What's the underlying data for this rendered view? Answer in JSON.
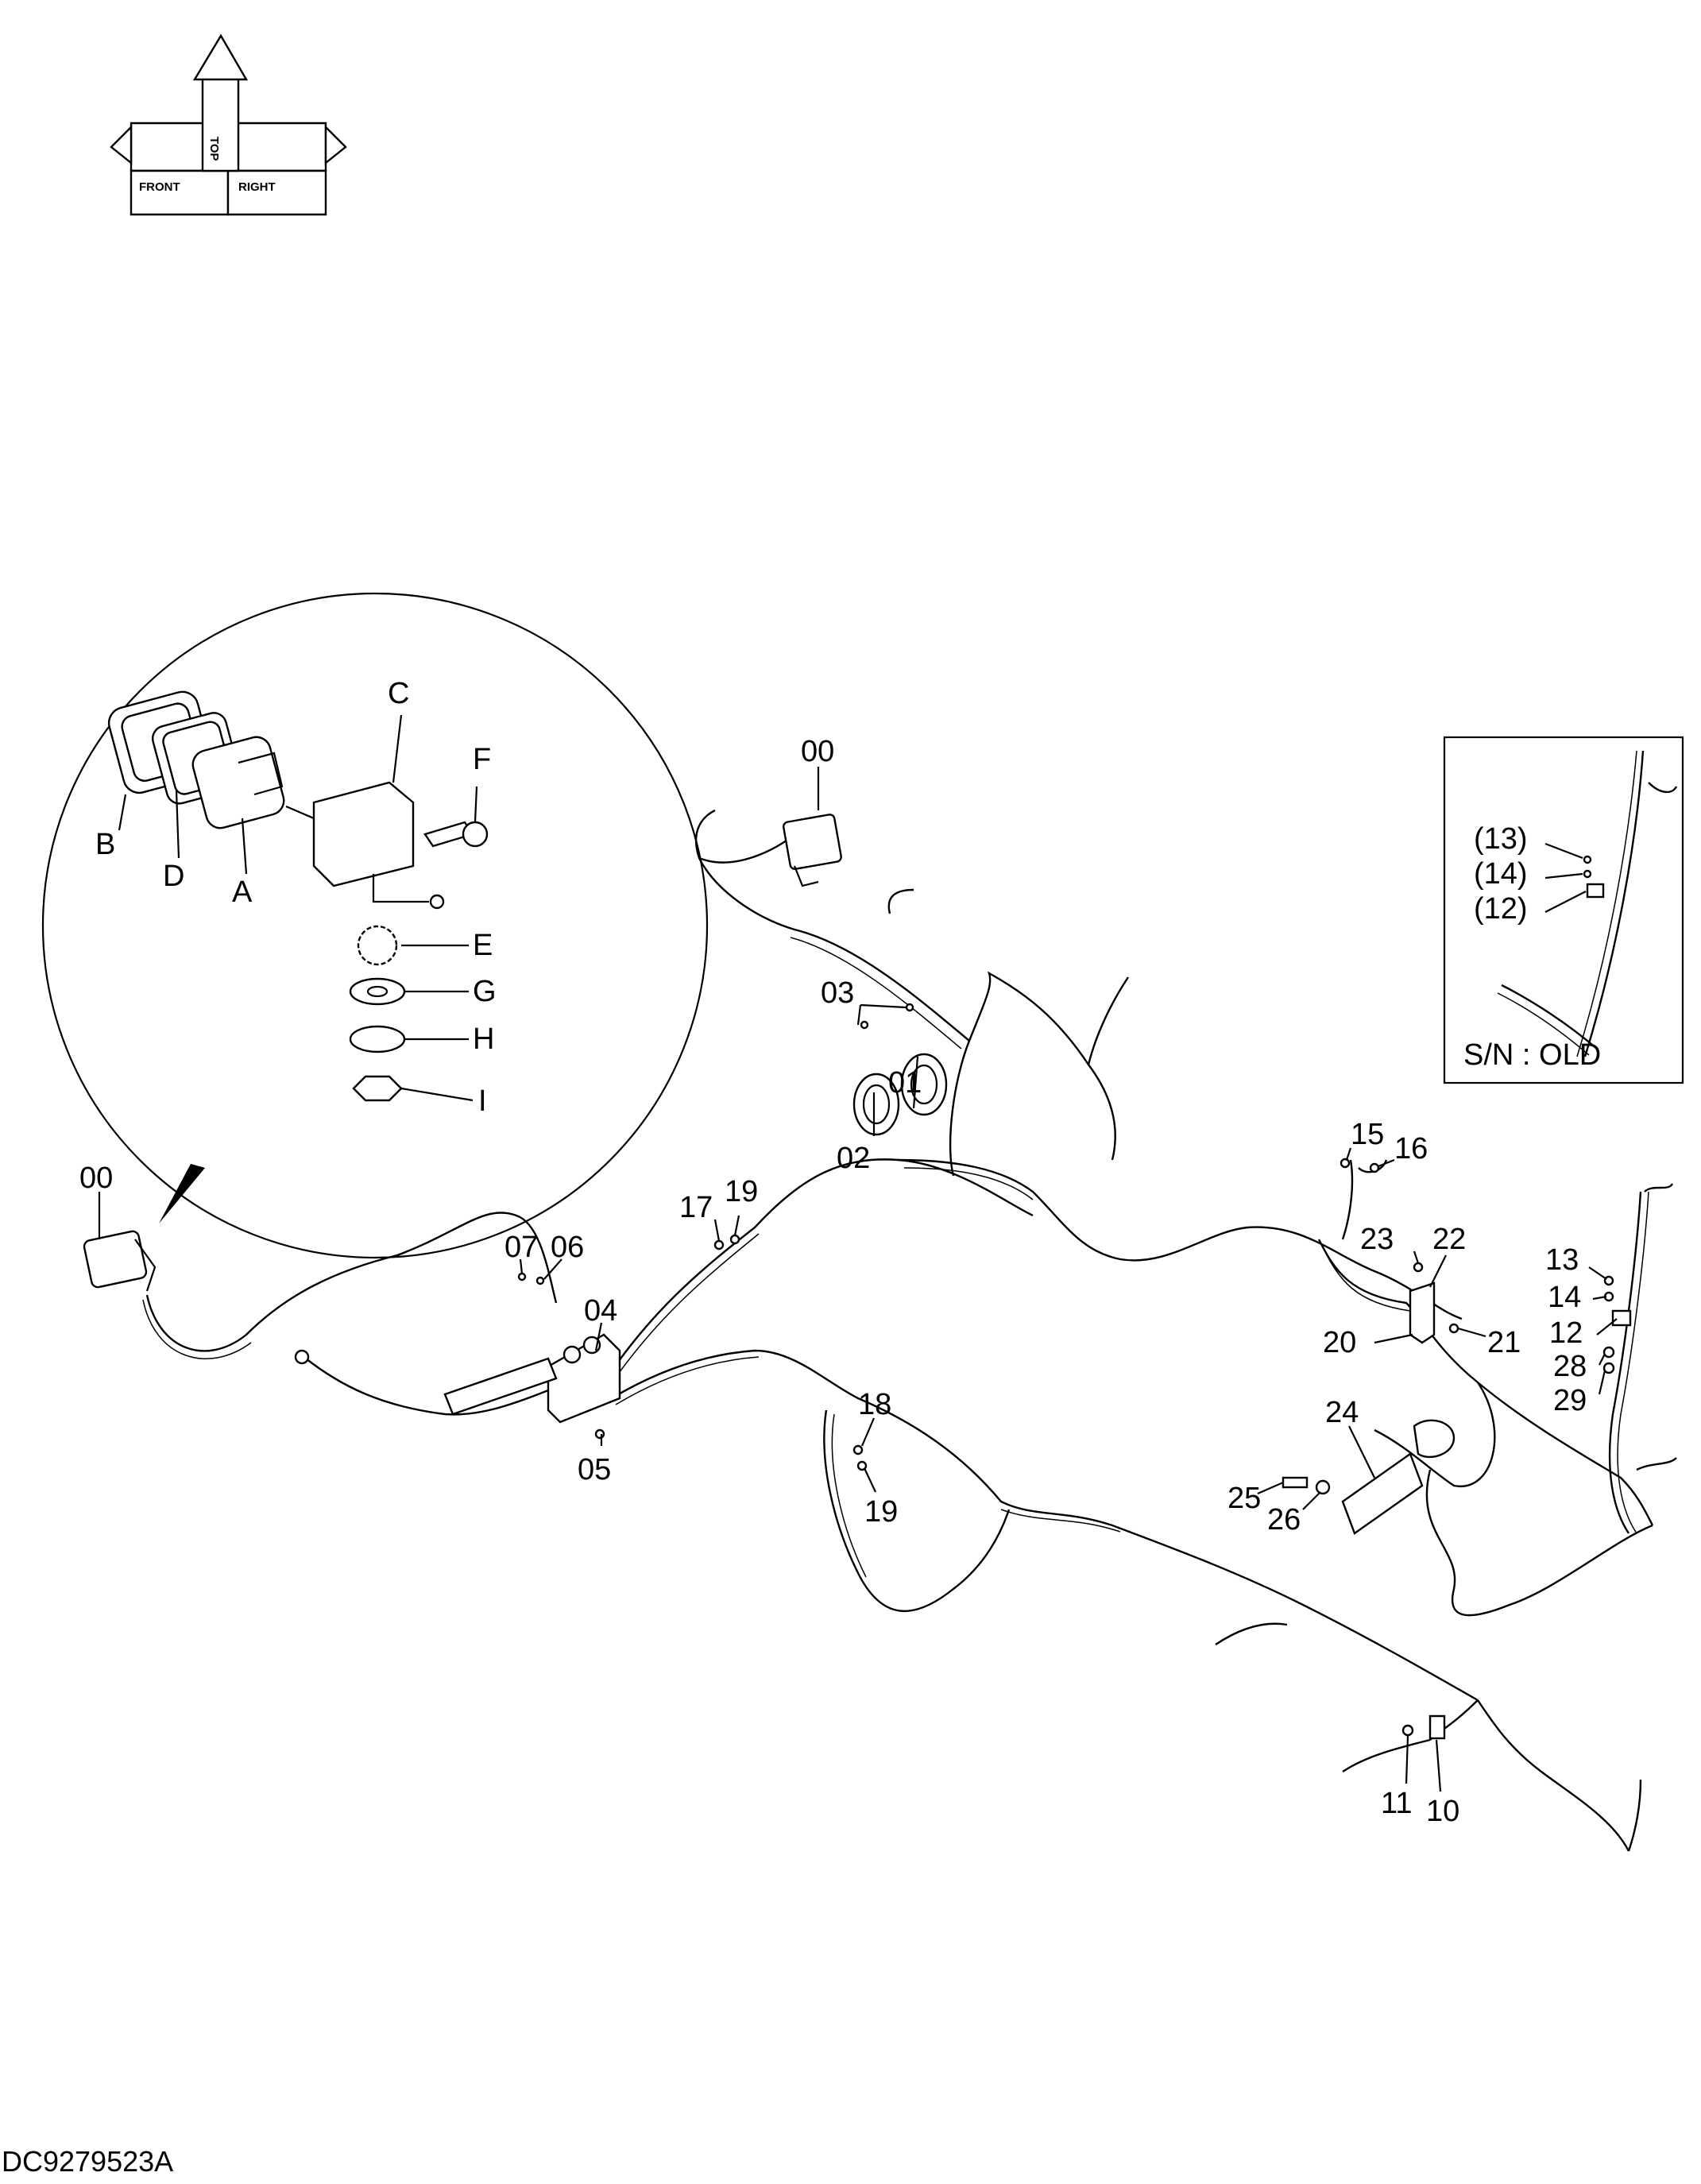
{
  "orientation": {
    "front": "FRONT",
    "top": "TOP",
    "right": "RIGHT"
  },
  "callouts": {
    "c00_main": "00",
    "c00_upper": "00",
    "c01": "01",
    "c02": "02",
    "c03": "03",
    "c04": "04",
    "c05": "05",
    "c06": "06",
    "c07": "07",
    "c10": "10",
    "c11": "11",
    "c12": "12",
    "c13": "13",
    "c14": "14",
    "c15": "15",
    "c16": "16",
    "c17": "17",
    "c18": "18",
    "c19a": "19",
    "c19b": "19",
    "c20": "20",
    "c21": "21",
    "c22": "22",
    "c23": "23",
    "c24": "24",
    "c25": "25",
    "c26": "26",
    "c28": "28",
    "c29": "29"
  },
  "detail": {
    "A": "A",
    "B": "B",
    "C": "C",
    "D": "D",
    "E": "E",
    "F": "F",
    "G": "G",
    "H": "H",
    "I": "I"
  },
  "inset": {
    "c13": "(13)",
    "c14": "(14)",
    "c12": "(12)",
    "caption": "S/N : OLD"
  },
  "drawing_code": "DC9279523A"
}
